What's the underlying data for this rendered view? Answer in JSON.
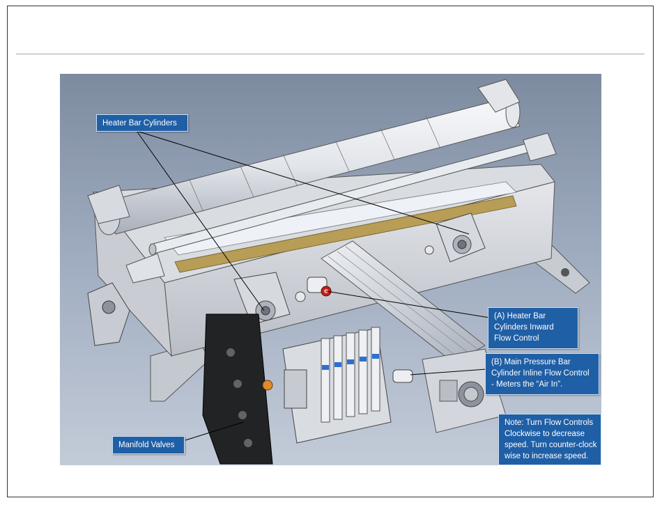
{
  "callouts": {
    "heater_bar_cylinders": {
      "label": "Heater Bar Cylinders"
    },
    "flow_control_a": {
      "lines": [
        "(A) Heater Bar",
        "Cylinders Inward",
        "Flow Control"
      ]
    },
    "flow_control_b": {
      "lines": [
        "(B) Main Pressure Bar",
        "Cylinder Inline Flow Control",
        "- Meters the “Air In”."
      ]
    },
    "note": {
      "lines": [
        "Note:  Turn Flow Controls",
        "Clockwise to decrease",
        "speed.  Turn counter-clock",
        "wise to increase speed."
      ]
    },
    "manifold_valves": {
      "label": "Manifold Valves"
    }
  },
  "colors": {
    "callout_fill": "#1f5fa6",
    "callout_text": "#ffffff",
    "figure_background": "#8e9cb2",
    "flow_control_indicator": "#c0201c"
  }
}
